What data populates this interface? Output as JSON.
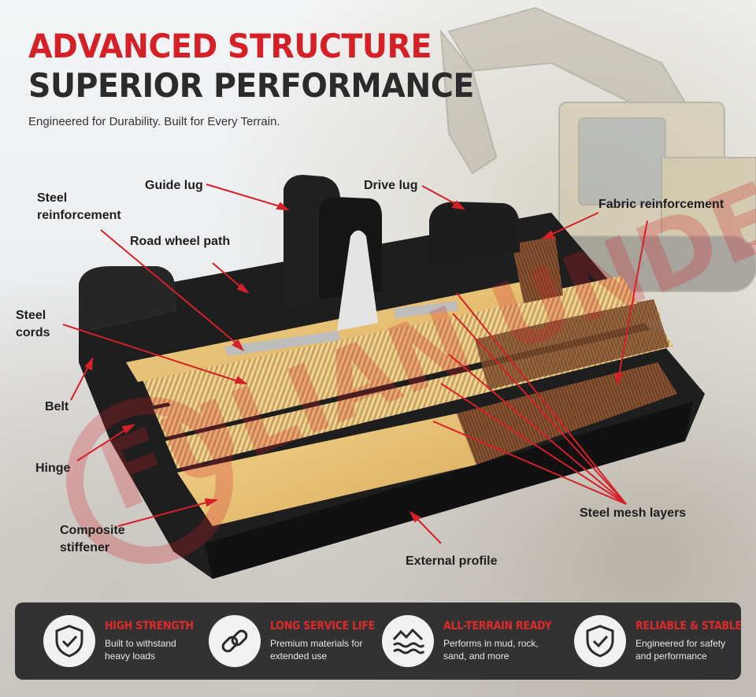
{
  "headline": {
    "line1": "ADVANCED STRUCTURE",
    "line2": "SUPERIOR PERFORMANCE",
    "subtitle": "Engineered for Durability. Built for Every Terrain."
  },
  "watermark": "FULIAN UNDERCARRIAGE",
  "callouts": {
    "guide_lug": "Guide lug",
    "drive_lug": "Drive lug",
    "steel_reinforcement": "Steel\nreinforcement",
    "fabric_reinforcement": "Fabric reinforcement",
    "road_wheel_path": "Road wheel path",
    "steel_cords": "Steel\ncords",
    "belt": "Belt",
    "hinge": "Hinge",
    "composite_stiffener": "Composite\nstiffener",
    "steel_mesh_layers": "Steel mesh layers",
    "external_profile": "External profile"
  },
  "features": [
    {
      "title": "HIGH STRENGTH",
      "desc": "Built to withstand heavy loads",
      "icon": "shield-check-icon"
    },
    {
      "title": "LONG SERVICE LIFE",
      "desc": "Premium materials for extended use",
      "icon": "chain-link-icon"
    },
    {
      "title": "ALL-TERRAIN READY",
      "desc": "Performs in mud, rock, sand, and more",
      "icon": "terrain-waves-icon"
    },
    {
      "title": "RELIABLE & STABLE",
      "desc": "Engineered for safety and performance",
      "icon": "shield-check-icon"
    }
  ],
  "colors": {
    "accent_red": "#d62027",
    "dark_text": "#2b2b2b",
    "panel": "#323232",
    "rubber": "#1c1c1c",
    "steel_cord": "#e8c57a",
    "fabric": "#7a4a2e"
  }
}
